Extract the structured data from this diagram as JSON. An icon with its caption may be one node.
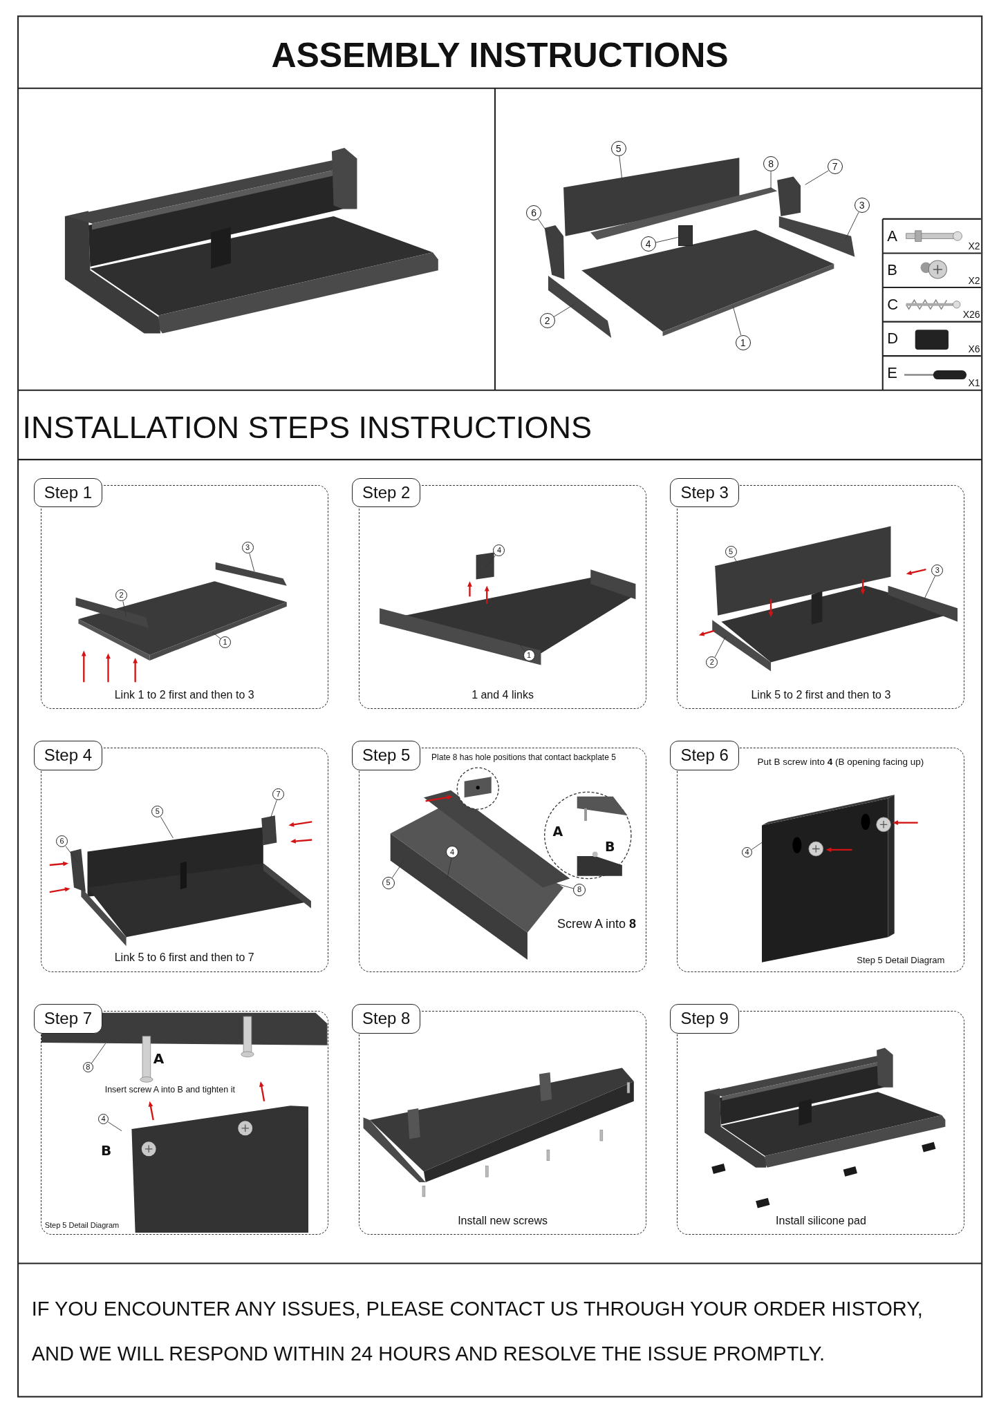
{
  "diagram": {
    "title": "ASSEMBLY INSTRUCTIONS",
    "nodes": [
      {
        "text": [
          "5"
        ]
      },
      {
        "text": [
          "8"
        ]
      },
      {
        "text": [
          "7"
        ]
      },
      {
        "text": [
          "6"
        ]
      },
      {
        "text": [
          "3"
        ]
      },
      {
        "text": [
          "4"
        ]
      },
      {
        "text": [
          "2"
        ]
      },
      {
        "text": [
          "1"
        ]
      },
      {
        "text": [
          "Step 1",
          "Link 1 to 2 first and then to 3"
        ]
      },
      {
        "text": [
          "3"
        ],
        "in": 8
      },
      {
        "text": [
          "2"
        ],
        "in": 8
      },
      {
        "text": [
          "1"
        ],
        "in": 8
      },
      {
        "text": [
          "Step 2",
          "1 and 4 links"
        ]
      },
      {
        "text": [
          "4"
        ],
        "in": 12
      },
      {
        "text": [
          "1"
        ],
        "in": 12
      },
      {
        "text": [
          "Step 3",
          "Link 5 to 2 first and then to 3"
        ]
      },
      {
        "text": [
          "5"
        ],
        "in": 15
      },
      {
        "text": [
          "3"
        ],
        "in": 15
      },
      {
        "text": [
          "2"
        ],
        "in": 15
      },
      {
        "text": [
          "Step 4",
          "Link 5 to 6 first and then to 7"
        ]
      },
      {
        "text": [
          "7"
        ],
        "in": 19
      },
      {
        "text": [
          "5"
        ],
        "in": 19
      },
      {
        "text": [
          "6"
        ],
        "in": 19
      },
      {
        "text": [
          "Step 5",
          "Plate 8 has hole positions that contact backplate 5",
          "Screw A into **8**"
        ]
      },
      {
        "text": [
          "4"
        ],
        "in": 23
      },
      {
        "text": [
          "5"
        ],
        "in": 23
      },
      {
        "text": [
          "8"
        ],
        "in": 23
      },
      {
        "text": [
          "Step 6",
          "Put B screw into **4** (B opening facing up)",
          "Step 5 Detail Diagram"
        ]
      },
      {
        "text": [
          "4"
        ],
        "in": 27
      },
      {
        "text": [
          "Step 7",
          "Insert screw A into B and tighten it",
          "Step 5 Detail Diagram"
        ]
      },
      {
        "text": [
          "8"
        ],
        "in": 29
      },
      {
        "text": [
          "4"
        ],
        "in": 29
      },
      {
        "text": [
          "Step 8",
          "Install new screws"
        ]
      },
      {
        "text": [
          "Step 9",
          "Install silicone pad"
        ]
      },
      {
        "text": [],
        "shape": "box"
      }
    ],
    "edges": [
      {
        "from": 0,
        "to": null,
        "arrow": "none"
      },
      {
        "from": 1,
        "to": null,
        "arrow": "none"
      },
      {
        "from": 2,
        "to": null,
        "arrow": "none"
      },
      {
        "from": 3,
        "to": null,
        "arrow": "none"
      },
      {
        "from": 4,
        "to": null,
        "arrow": "none"
      },
      {
        "from": 5,
        "to": 34,
        "arrow": "none"
      },
      {
        "from": 6,
        "to": null,
        "arrow": "none"
      },
      {
        "from": 7,
        "to": null,
        "arrow": "none"
      },
      {
        "from": 9,
        "to": null,
        "arrow": "none"
      },
      {
        "from": 10,
        "to": null,
        "arrow": "none"
      },
      {
        "from": 11,
        "to": null,
        "arrow": "none"
      },
      {
        "from": 13,
        "to": null,
        "arrow": "none"
      },
      {
        "from": 14,
        "to": null,
        "arrow": "none"
      },
      {
        "from": 16,
        "to": null,
        "arrow": "none"
      },
      {
        "from": 17,
        "to": null,
        "arrow": "none"
      },
      {
        "from": 18,
        "to": null,
        "arrow": "none"
      },
      {
        "from": 20,
        "to": null,
        "arrow": "none"
      },
      {
        "from": 21,
        "to": null,
        "arrow": "none"
      },
      {
        "from": 22,
        "to": null,
        "arrow": "none"
      },
      {
        "from": 24,
        "to": null,
        "arrow": "none"
      },
      {
        "from": 25,
        "to": null,
        "arrow": "none"
      },
      {
        "from": 26,
        "to": null,
        "arrow": "none"
      },
      {
        "from": 28,
        "to": null,
        "arrow": "none"
      },
      {
        "from": 30,
        "to": null,
        "arrow": "none"
      },
      {
        "from": 31,
        "to": null,
        "arrow": "none"
      }
    ],
    "labels": [
      "A",
      "X2",
      "B",
      "X2",
      "C",
      "X26",
      "D",
      "X6",
      "E",
      "X1",
      "INSTALLATION STEPS INSTRUCTIONS",
      "A",
      "B",
      "A",
      "B",
      "IF YOU ENCOUNTER ANY ISSUES, PLEASE CONTACT US THROUGH YOUR ORDER HISTORY, AND WE WILL RESPOND WITHIN 24 HOURS AND RESOLVE THE ISSUE PROMPTLY."
    ]
  }
}
